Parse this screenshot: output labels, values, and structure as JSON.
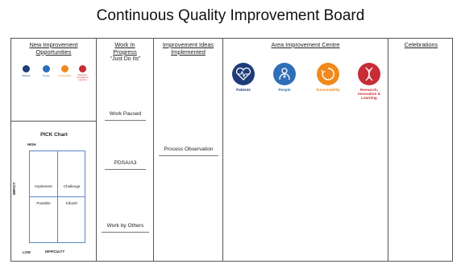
{
  "title": "Continuous Quality Improvement Board",
  "columns": {
    "new": {
      "line1": "New Improvement",
      "line2": "Opportunities"
    },
    "wip": {
      "line1": "Work In",
      "line2": "Progress",
      "sub": "“Just Do Its”",
      "paused": "Work Paused",
      "pdsa": "PDSA/A3",
      "others": "Work by Others"
    },
    "ideas": {
      "line1": "Improvement Ideas",
      "line2": "Implemented",
      "process": "Process Observation"
    },
    "area": {
      "title": "Area Improvement Centre"
    },
    "celebrations": {
      "title": "Celebrations"
    }
  },
  "small_icons": [
    {
      "name": "patients",
      "label": "Patients",
      "color": "#1d3c78"
    },
    {
      "name": "people",
      "label": "People",
      "color": "#2f6fb7"
    },
    {
      "name": "sustainability",
      "label": "Sustainability",
      "color": "#f08a1c"
    },
    {
      "name": "research",
      "label": "Research, Innovation & Learning",
      "color": "#c62d36"
    }
  ],
  "area_icons": [
    {
      "name": "patients",
      "label": "Patients",
      "color": "#1d3c78"
    },
    {
      "name": "people",
      "label": "People",
      "color": "#2f6fb7"
    },
    {
      "name": "sustainability",
      "label": "Sustainability",
      "color": "#f08a1c"
    },
    {
      "name": "research",
      "label": "Research, Innovation & Learning",
      "color": "#c62d36"
    }
  ],
  "pick": {
    "title": "PICK Chart",
    "high": "HIGH",
    "low": "LOW",
    "impact": "IMPACT",
    "difficulty": "DIFFICULTY",
    "quadrants": [
      "Implement",
      "Challenge",
      "Possible",
      "Kibosh"
    ]
  }
}
